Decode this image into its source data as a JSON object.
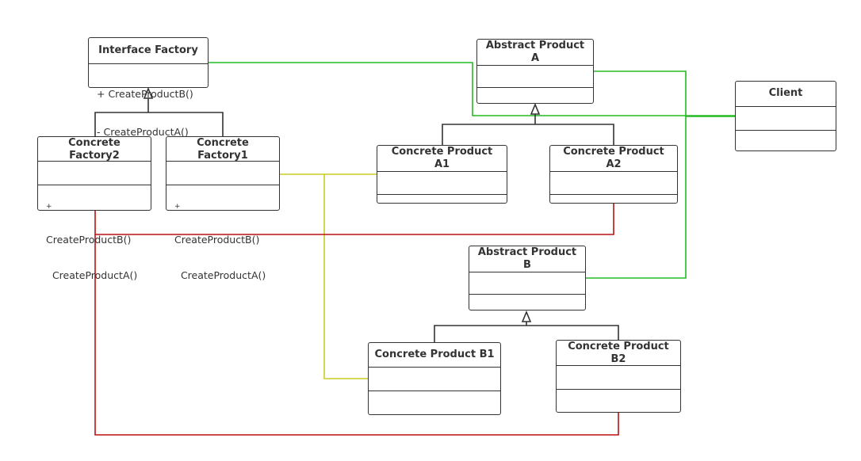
{
  "colors": {
    "border": "#333333",
    "inheritance": "#333333",
    "green_link": "#22bb22",
    "yellow_link": "#cccc22",
    "red_link": "#bb1111"
  },
  "boxes": {
    "interface_factory": {
      "title": [
        "Interface Factory"
      ],
      "operations": [
        "+ CreateProductB()",
        "- CreateProductA()"
      ]
    },
    "concrete_factory2": {
      "title": [
        "Concrete",
        "Factory2"
      ],
      "operations": [
        "+",
        "CreateProductB()",
        "  CreateProductA()"
      ]
    },
    "concrete_factory1": {
      "title": [
        "Concrete",
        "Factory1"
      ],
      "operations": [
        "+",
        "CreateProductB()",
        "  CreateProductA()"
      ]
    },
    "abstract_product_a": {
      "title": [
        "Abstract Product",
        "A"
      ]
    },
    "concrete_product_a1": {
      "title": [
        "Concrete Product",
        "A1"
      ]
    },
    "concrete_product_a2": {
      "title": [
        "Concrete Product",
        "A2"
      ]
    },
    "client": {
      "title": [
        "Client"
      ]
    },
    "abstract_product_b": {
      "title": [
        "Abstract Product",
        "B"
      ]
    },
    "concrete_product_b1": {
      "title": [
        "Concrete Product B1"
      ]
    },
    "concrete_product_b2": {
      "title": [
        "Concrete Product",
        "B2"
      ]
    }
  }
}
